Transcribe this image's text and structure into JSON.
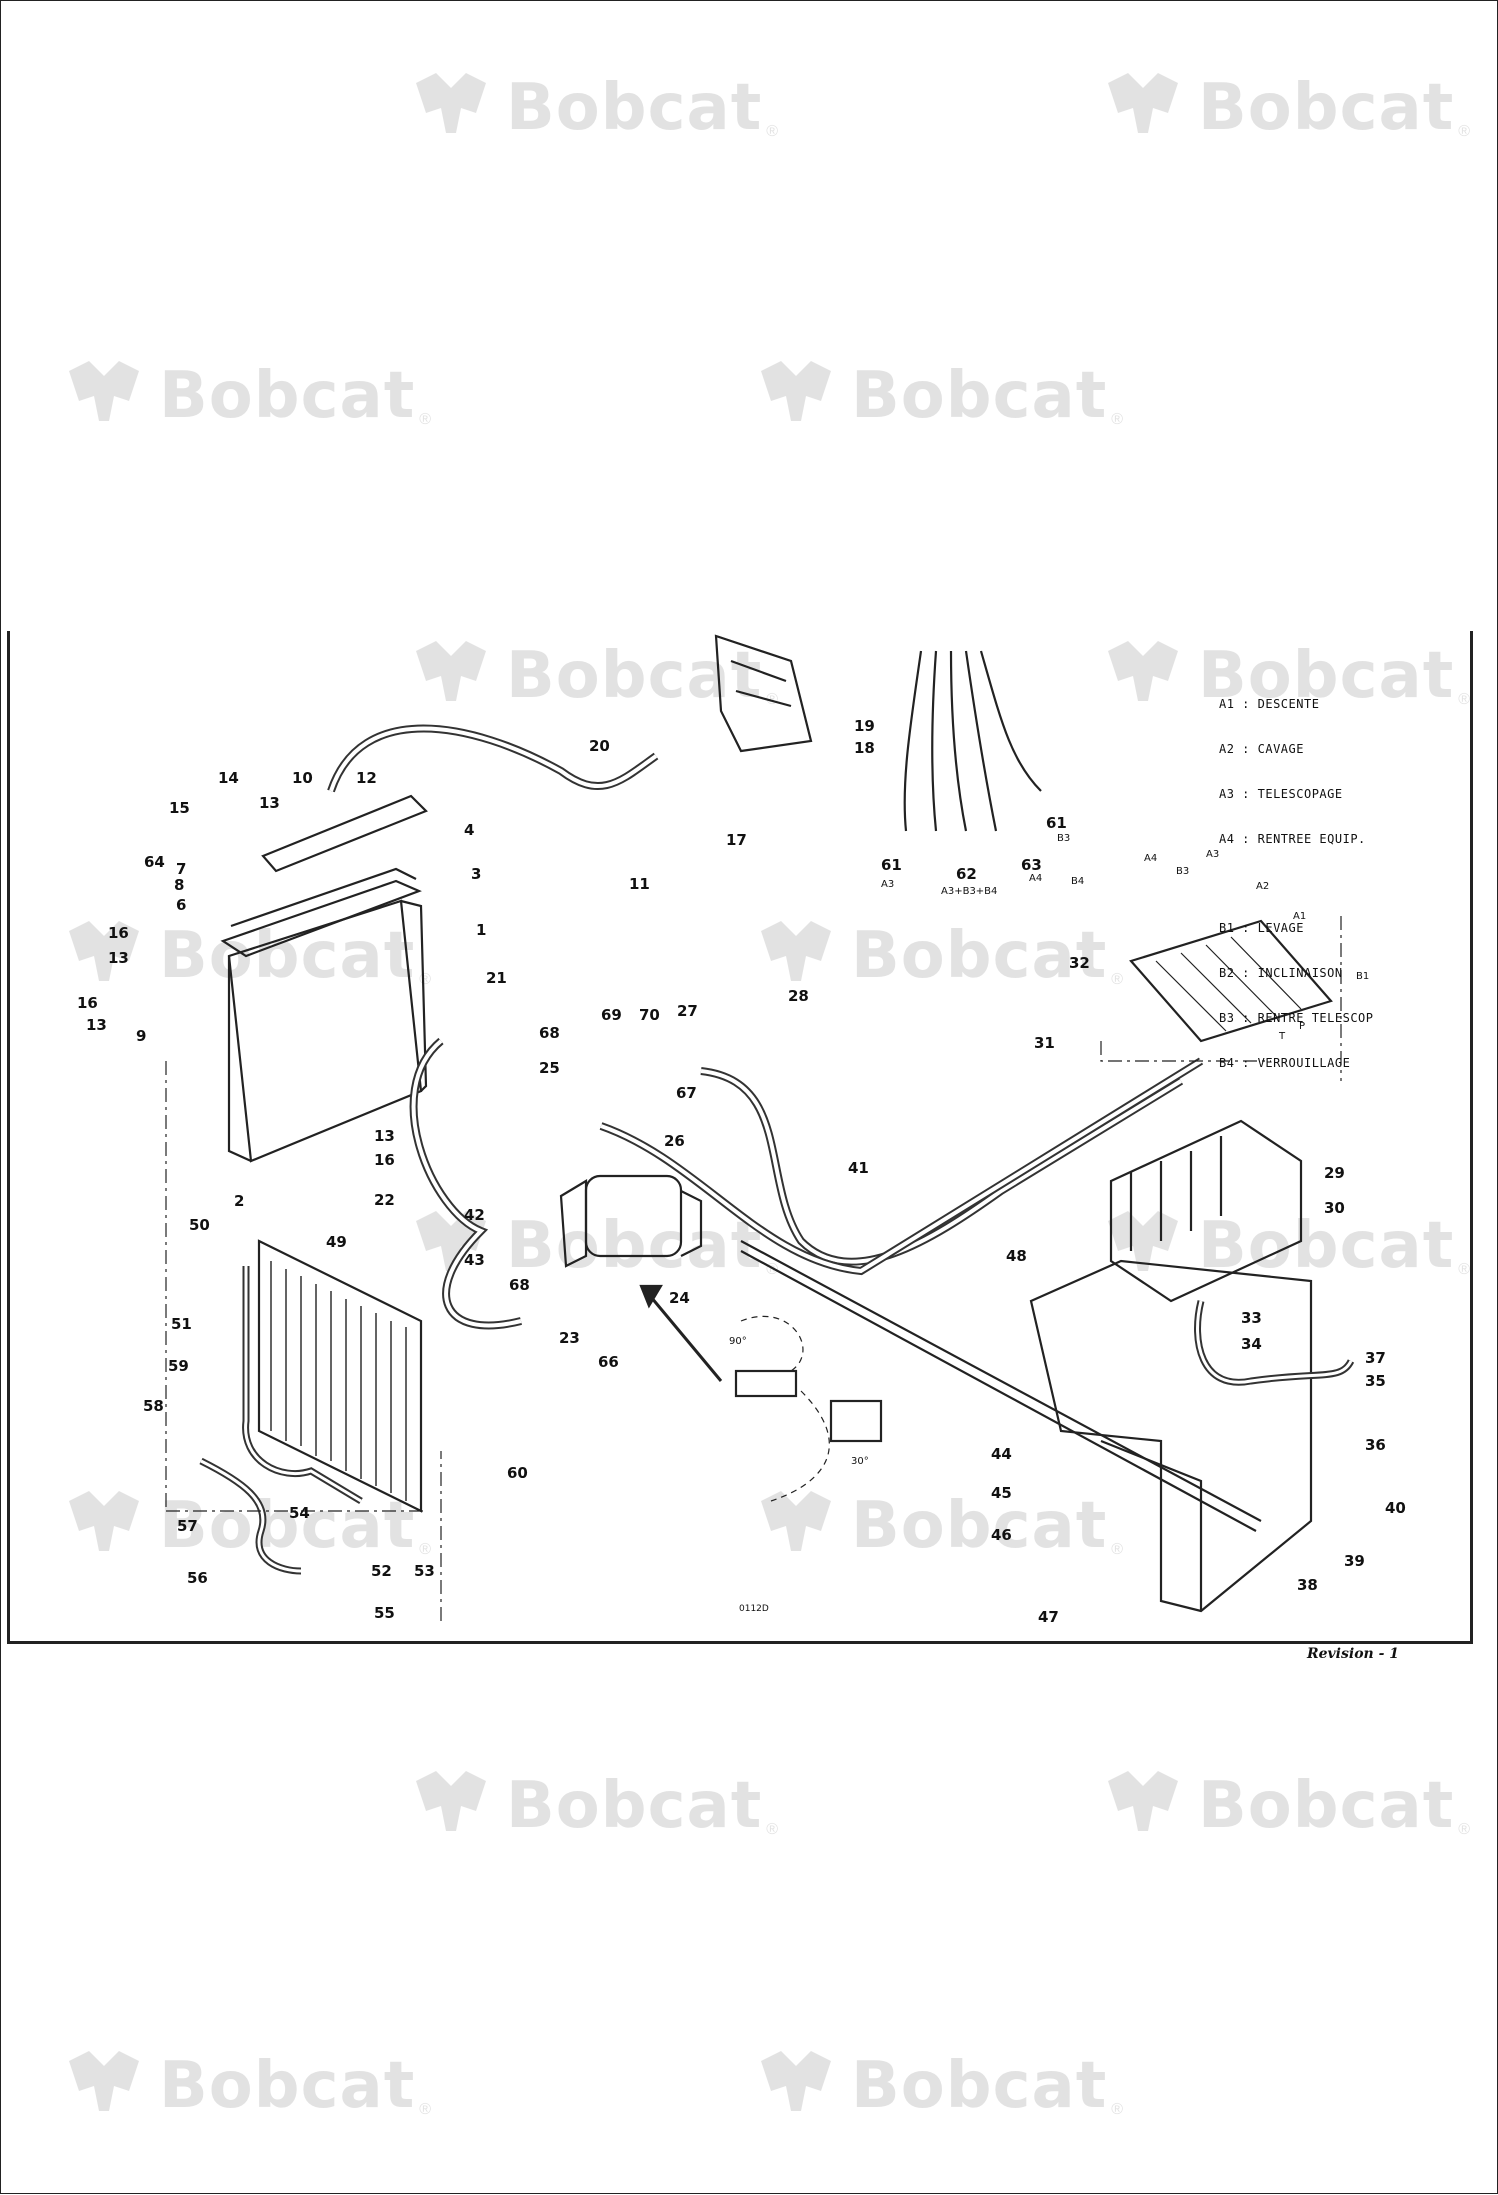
{
  "brand": {
    "watermark_text": "Bobcat",
    "registered_mark": "®"
  },
  "legend": {
    "group_a": [
      "A1 : DESCENTE",
      "A2 : CAVAGE",
      "A3 : TELESCOPAGE",
      "A4 : RENTREE EQUIP."
    ],
    "group_b": [
      "B1 : LEVAGE",
      "B2 : INCLINAISON",
      "B3 : RENTRE TELESCOP",
      "B4 : VERROUILLAGE"
    ]
  },
  "hose_labels": {
    "a3": "A3",
    "a4": "A4",
    "b3": "B3",
    "combo": "A3+B3+B4",
    "b4": "B4",
    "a4b": "A4",
    "b3b": "B3",
    "a3b": "A3",
    "a2": "A2",
    "a1": "A1",
    "b1": "B1",
    "p": "P",
    "t": "T"
  },
  "angles": {
    "a90": "90°",
    "a30": "30°"
  },
  "callouts": {
    "c1": "1",
    "c2": "2",
    "c3": "3",
    "c4": "4",
    "c6": "6",
    "c7": "7",
    "c8": "8",
    "c9": "9",
    "c10": "10",
    "c11": "11",
    "c12": "12",
    "c13": "13",
    "c13b": "13",
    "c13c": "13",
    "c14": "14",
    "c15": "15",
    "c16": "16",
    "c16b": "16",
    "c16c": "16",
    "c17": "17",
    "c18": "18",
    "c19": "19",
    "c20": "20",
    "c21": "21",
    "c22": "22",
    "c23": "23",
    "c24": "24",
    "c25": "25",
    "c26": "26",
    "c27": "27",
    "c28": "28",
    "c29": "29",
    "c30": "30",
    "c31": "31",
    "c32": "32",
    "c33": "33",
    "c34": "34",
    "c35": "35",
    "c36": "36",
    "c37": "37",
    "c38": "38",
    "c39": "39",
    "c40": "40",
    "c41": "41",
    "c44": "44",
    "c45": "45",
    "c46": "46",
    "c47": "47",
    "c48": "48",
    "c49": "49",
    "c50": "50",
    "c51": "51",
    "c52": "52",
    "c53": "53",
    "c54": "54",
    "c55": "55",
    "c56": "56",
    "c57": "57",
    "c58": "58",
    "c59": "59",
    "c60": "60",
    "c61": "61",
    "c62": "62",
    "c63": "63",
    "c64": "64",
    "c66": "66",
    "c67": "67",
    "c68": "68",
    "c69": "69",
    "c70": "70",
    "c42": "42",
    "c43": "43"
  },
  "drawing_code": "0112D",
  "revision": "Revision - 1"
}
